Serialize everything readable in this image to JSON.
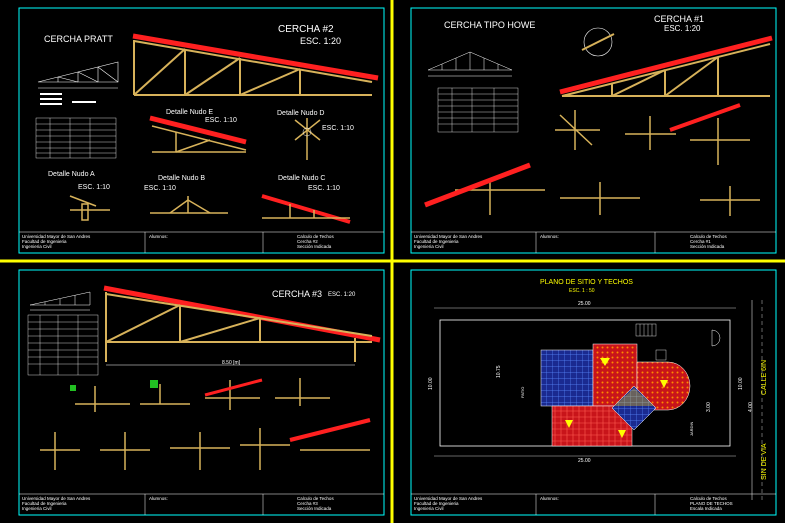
{
  "colors": {
    "background": "#000000",
    "sheet_border": "#00ffff",
    "divider": "#ffff00",
    "roof": "#ff2020",
    "timber": "#d7b25a",
    "text": "#ffffff",
    "title_yellow": "#ffff00",
    "plan_wall": "#ffffff",
    "tile_red": "#c8141a",
    "tile_blue": "#3a6fd8",
    "tile_orange": "#ff6a00"
  },
  "sheet1": {
    "pratt_title": "CERCHA  PRATT",
    "truss_title": "CERCHA #2",
    "truss_scale": "ESC.  1:20",
    "node_e": "Detalle Nudo E",
    "node_e_scale": "ESC.  1:10",
    "node_d": "Detalle Nudo D",
    "node_d_scale": "ESC.  1:10",
    "node_a": "Detalle Nudo A",
    "node_a_scale": "ESC.  1:10",
    "node_b": "Detalle Nudo B",
    "node_b_scale": "ESC.  1:10",
    "node_c": "Detalle Nudo C",
    "node_c_scale": "ESC.  1:10",
    "tb_university": "Universidad Mayor de San Andres",
    "tb_faculty": "Facultad de Ingenieria",
    "tb_career": "Ingenieria Civil",
    "tb_student": "Alumnos:",
    "tb_title": "Calculo de Techos",
    "tb_sub1": "Cercha #2",
    "tb_sub2": "Sección Indicada"
  },
  "sheet2": {
    "title": "CERCHA TIPO HOWE",
    "truss_title": "CERCHA #1",
    "truss_scale": "ESC.  1:20",
    "tb_university": "Universidad Mayor de San Andres",
    "tb_faculty": "Facultad de Ingenieria",
    "tb_career": "Ingenieria Civil",
    "tb_student": "Alumnos:",
    "tb_title": "Calculo de Techos",
    "tb_sub1": "Cercha #1",
    "tb_sub2": "Sección Indicada"
  },
  "sheet3": {
    "truss_title": "CERCHA #3",
    "truss_scale": "ESC.  1:20",
    "span_label": "8.50 [m]",
    "tb_university": "Universidad Mayor de San Andres",
    "tb_faculty": "Facultad de Ingenieria",
    "tb_career": "Ingenieria Civil",
    "tb_student": "Alumnos:",
    "tb_title": "Calculo de Techos",
    "tb_sub1": "Cercha #3",
    "tb_sub2": "Sección Indicada"
  },
  "sheet4": {
    "title": "PLANO DE SITIO Y TECHOS",
    "scale": "ESC. 1 : 50",
    "street1": "CALLE 6IN",
    "street2": "SIN DE VIA",
    "dim_top": "25.00",
    "dim_bottom": "25.00",
    "dim_left": "10.00",
    "dim_right": "10.00",
    "dim_side": "4.00",
    "dim_inner1": "3.00",
    "dim_inner2": "10.75",
    "label_patio": "PATIO",
    "label_garden": "JARDIN",
    "tb_university": "Universidad Mayor de San Andres",
    "tb_faculty": "Facultad de Ingenieria",
    "tb_career": "Ingenieria Civil",
    "tb_student": "Alumnos:",
    "tb_title": "Calculo de Techos",
    "tb_sub1": "PLANO DE TECHOS",
    "tb_sub2": "Escala Indicada"
  }
}
